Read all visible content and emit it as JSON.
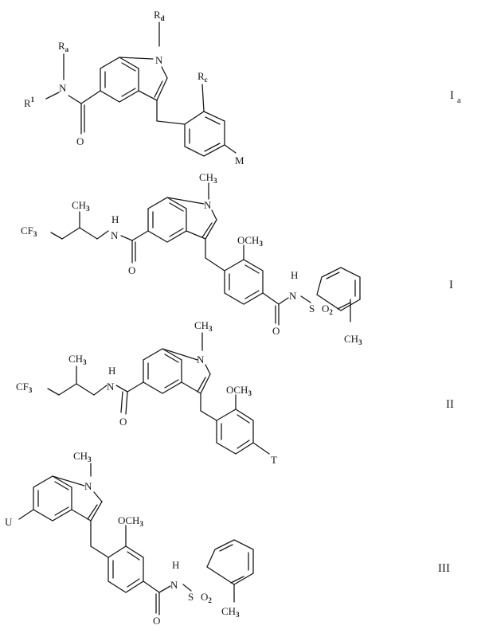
{
  "compounds": [
    {
      "id": "Ia",
      "label": "I",
      "label_sub": "a",
      "atoms": {
        "rd": "R",
        "rd_sub": "d",
        "ra": "R",
        "ra_sub": "a",
        "rc": "R",
        "rc_sub": "c",
        "r1": "R",
        "r1_sup": "1",
        "n_amide": "N",
        "n_indole": "N",
        "o_carbonyl": "O",
        "m": "M"
      }
    },
    {
      "id": "I",
      "label": "I",
      "atoms": {
        "n_methyl": "CH",
        "n_methyl_sub": "3",
        "branch_methyl": "CH",
        "branch_methyl_sub": "3",
        "cf3": "CF",
        "cf3_sub": "3",
        "h_amide": "H",
        "n_amide": "N",
        "n_indole": "N",
        "o_carbonyl": "O",
        "methoxy": "OCH",
        "methoxy_sub": "3",
        "h_sulfonamide": "H",
        "n_sulfonamide": "N",
        "s": "S",
        "o2": "O",
        "o2_sub": "2",
        "o_carbonyl2": "O",
        "tolyl_methyl": "CH",
        "tolyl_methyl_sub": "3"
      }
    },
    {
      "id": "II",
      "label": "II",
      "atoms": {
        "n_methyl": "CH",
        "n_methyl_sub": "3",
        "branch_methyl": "CH",
        "branch_methyl_sub": "3",
        "cf3": "CF",
        "cf3_sub": "3",
        "h_amide": "H",
        "n_amide": "N",
        "n_indole": "N",
        "o_carbonyl": "O",
        "methoxy": "OCH",
        "methoxy_sub": "3",
        "t": "T"
      }
    },
    {
      "id": "III",
      "label": "III",
      "atoms": {
        "n_methyl": "CH",
        "n_methyl_sub": "3",
        "u": "U",
        "n_indole": "N",
        "methoxy": "OCH",
        "methoxy_sub": "3",
        "h_sulfonamide": "H",
        "n_sulfonamide": "N",
        "s": "S",
        "o2": "O",
        "o2_sub": "2",
        "o_carbonyl": "O",
        "tolyl_methyl": "CH",
        "tolyl_methyl_sub": "3"
      }
    }
  ]
}
